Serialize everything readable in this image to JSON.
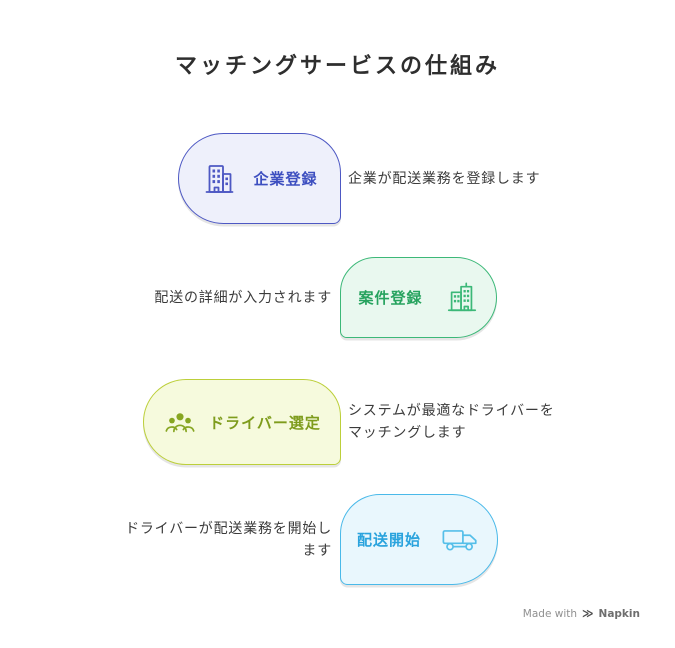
{
  "title": "マッチングサービスの仕組み",
  "steps": [
    {
      "label": "企業登録",
      "description": "企業が配送業務を登録します",
      "icon": "office-building-icon",
      "side": "left",
      "colors": {
        "border": "#4d58c3",
        "fill": "#eef0fb",
        "text": "#3d4fc0",
        "icon": "#4d58c3"
      }
    },
    {
      "label": "案件登録",
      "description": "配送の詳細が入力されます",
      "icon": "city-buildings-icon",
      "side": "right",
      "colors": {
        "border": "#3cb878",
        "fill": "#e9f8ef",
        "text": "#27a35f",
        "icon": "#3cb878"
      }
    },
    {
      "label": "ドライバー選定",
      "description": "システムが最適なドライバーを\nマッチングします",
      "icon": "people-group-icon",
      "side": "left",
      "colors": {
        "border": "#bccf3a",
        "fill": "#f6fadd",
        "text": "#7e9c1c",
        "icon": "#87a622"
      }
    },
    {
      "label": "配送開始",
      "description": "ドライバーが配送業務を開始し\nます",
      "icon": "delivery-truck-icon",
      "side": "right",
      "colors": {
        "border": "#49b9e9",
        "fill": "#e9f7fd",
        "text": "#2aa3dd",
        "icon": "#55bfe9"
      }
    }
  ],
  "footer": {
    "made_with": "Made with",
    "logo": "≫",
    "brand": "Napkin"
  }
}
